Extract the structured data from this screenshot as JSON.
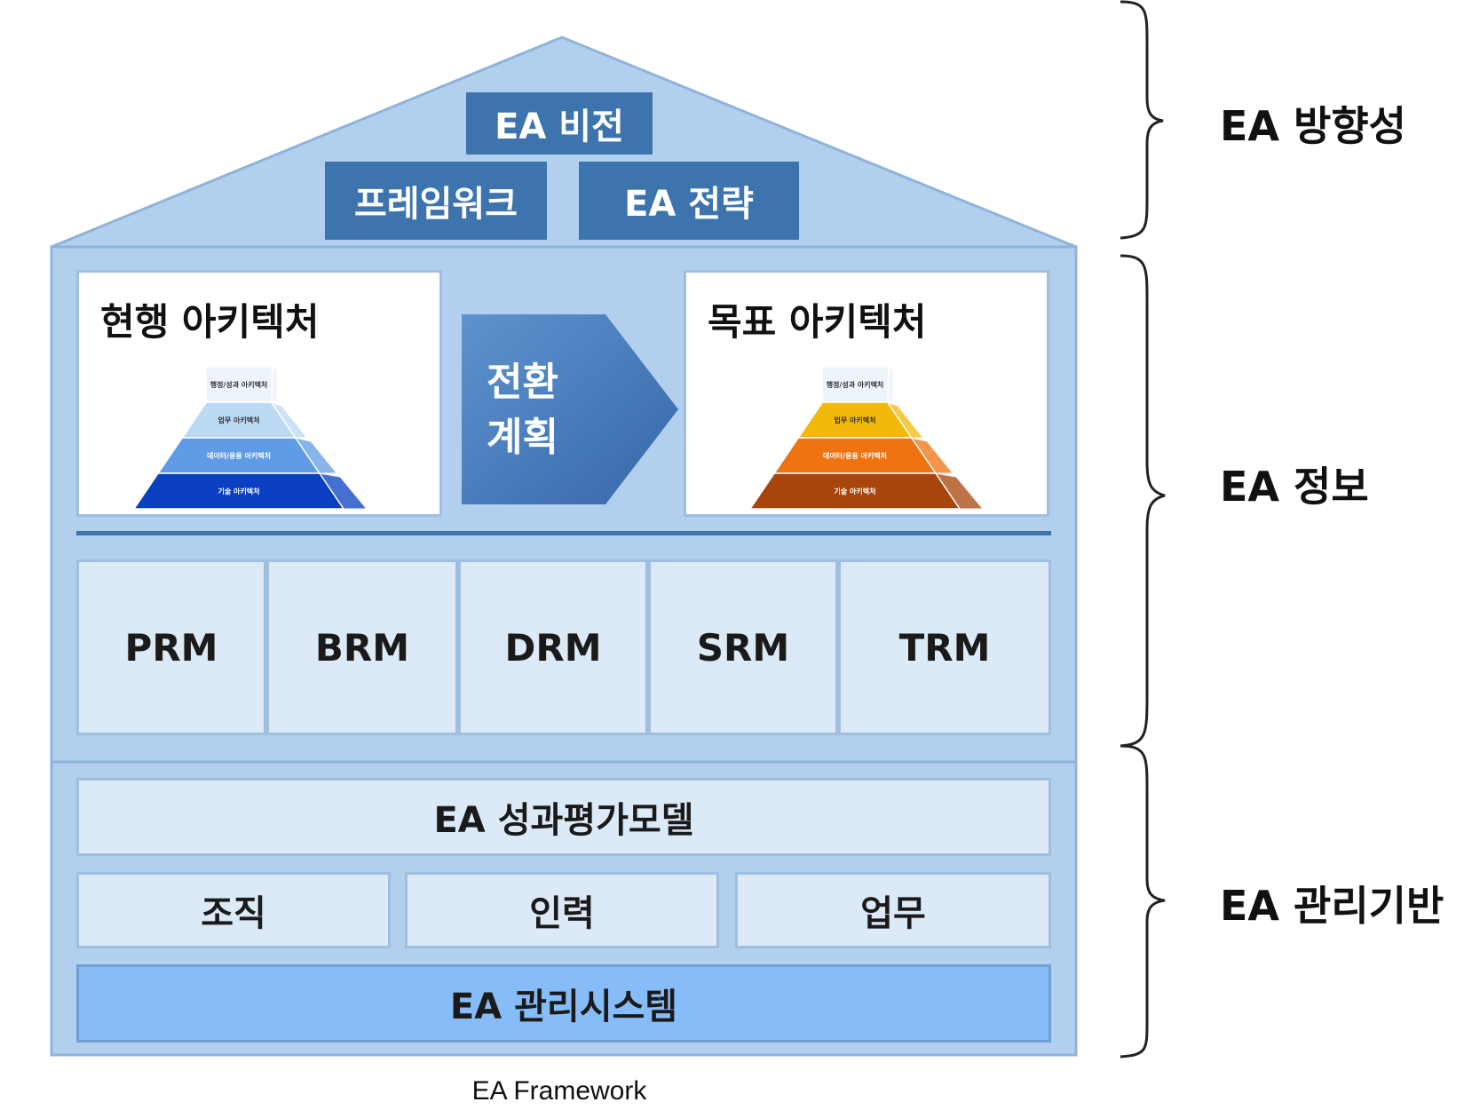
{
  "diagram": {
    "roof": {
      "vision": "EA 비전",
      "framework": "프레임워크",
      "strategy": "EA 전략"
    },
    "current_architecture": {
      "title": "현행 아키텍처",
      "layers": [
        "행정/성과 아키텍처",
        "업무 아키텍처",
        "데이터/응용 아키텍처",
        "기술 아키텍처"
      ],
      "colors": [
        "#eef4fb",
        "#bcd9f3",
        "#5f9be6",
        "#0a3fc2"
      ]
    },
    "transition": "전환 계획",
    "target_architecture": {
      "title": "목표 아키텍처",
      "layers": [
        "행정/성과 아키텍처",
        "업무 아키텍처",
        "데이터/응용 아키텍처",
        "기술 아키텍처"
      ],
      "colors": [
        "#eef4fb",
        "#f2b90a",
        "#ef7311",
        "#a8450c"
      ]
    },
    "reference_models": [
      "PRM",
      "BRM",
      "DRM",
      "SRM",
      "TRM"
    ],
    "management": {
      "evaluation_model": "EA 성과평가모델",
      "units": [
        "조직",
        "인력",
        "업무"
      ],
      "system": "EA 관리시스템"
    },
    "brace_labels": [
      "EA 방향성",
      "EA 정보",
      "EA 관리기반"
    ],
    "caption": "EA Framework"
  }
}
